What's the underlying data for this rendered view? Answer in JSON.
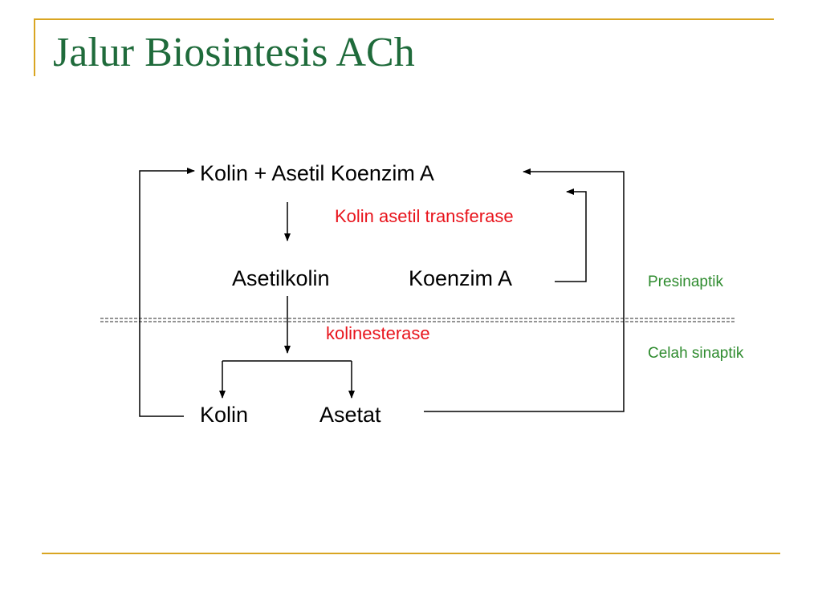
{
  "slide": {
    "title": "Jalur Biosintesis ACh"
  },
  "diagram": {
    "nodes": {
      "reactants": "Kolin + Asetil Koenzim A",
      "acetylcholine": "Asetilkolin",
      "coenzyme_a": "Koenzim A",
      "choline": "Kolin",
      "acetate": "Asetat"
    },
    "enzymes": {
      "synthesis": "Kolin asetil transferase",
      "hydrolysis": "kolinesterase"
    },
    "regions": {
      "presynaptic": "Presinaptik",
      "synaptic_cleft": "Celah sinaptik"
    }
  },
  "colors": {
    "title": "#1f6b3b",
    "enzyme_text": "#e8141c",
    "region_text": "#2e8b2e",
    "frame_accent": "#d9a521"
  }
}
